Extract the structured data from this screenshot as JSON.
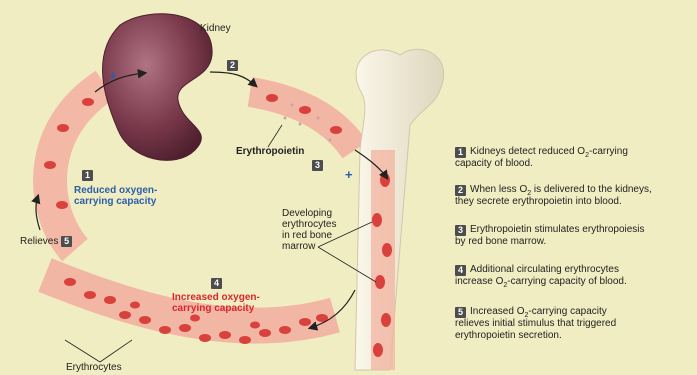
{
  "colors": {
    "background": "#f1edc2",
    "vessel": "#f2b6a4",
    "rbc": "#d9423c",
    "kidney": "#7a3a4c",
    "bone": "#f4efde",
    "blue_label": "#2a5fa8",
    "red_label": "#d8262e"
  },
  "labels": {
    "kidney": "Kidney",
    "erythropoietin": "Erythropoietin",
    "developing_line1": "Developing",
    "developing_line2": "erythrocytes",
    "developing_line3": "in red bone",
    "developing_line4": "marrow",
    "relieves": "Relieves",
    "erythrocytes": "Erythrocytes",
    "reduced_line1": "Reduced oxygen-",
    "reduced_line2": "carrying capacity",
    "increased_line1": "Increased oxygen-",
    "increased_line2": "carrying capacity",
    "plus": "+"
  },
  "badges": {
    "n1": "1",
    "n2": "2",
    "n3": "3",
    "n4": "4",
    "n5": "5"
  },
  "steps": {
    "s1": {
      "num": "1",
      "a": "Kidneys detect reduced O",
      "sub": "2",
      "b": "-carrying",
      "line2": "capacity of blood."
    },
    "s2": {
      "num": "2",
      "a": "When less O",
      "sub": "2",
      "b": " is delivered to the kidneys,",
      "line2": "they secrete erythropoietin into blood."
    },
    "s3": {
      "num": "3",
      "a": "Erythropoietin stimulates erythropoiesis",
      "line2": "by red bone marrow."
    },
    "s4": {
      "num": "4",
      "a": "Additional circulating erythrocytes",
      "line2a": "increase O",
      "line2sub": "2",
      "line2b": "-carrying capacity of blood."
    },
    "s5": {
      "num": "5",
      "a": "Increased O",
      "sub": "2",
      "b": "-carrying capacity",
      "line2": "relieves initial stimulus that triggered",
      "line3": "erythropoietin secretion."
    }
  }
}
